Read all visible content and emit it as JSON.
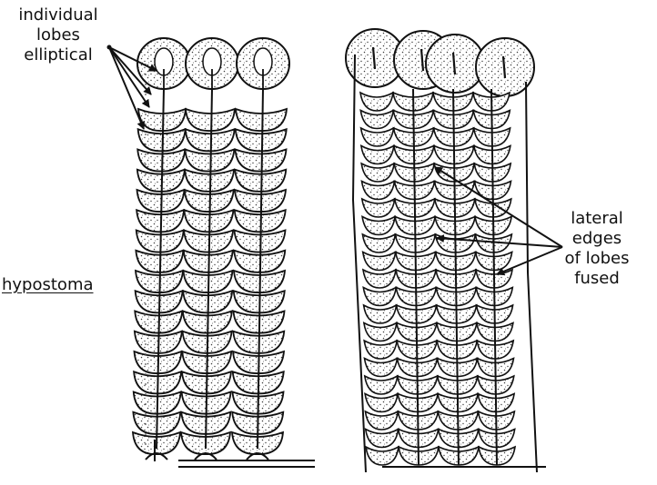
{
  "labels": {
    "individual_lobes": [
      "individual",
      "lobes",
      "elliptical"
    ],
    "lateral_edges": [
      "lateral",
      "edges",
      "of lobes",
      "fused"
    ],
    "hypostoma": "hypostoma"
  },
  "colors": {
    "ink": "#111111",
    "paper": "#ffffff",
    "stipple": "#3a3a3a"
  }
}
